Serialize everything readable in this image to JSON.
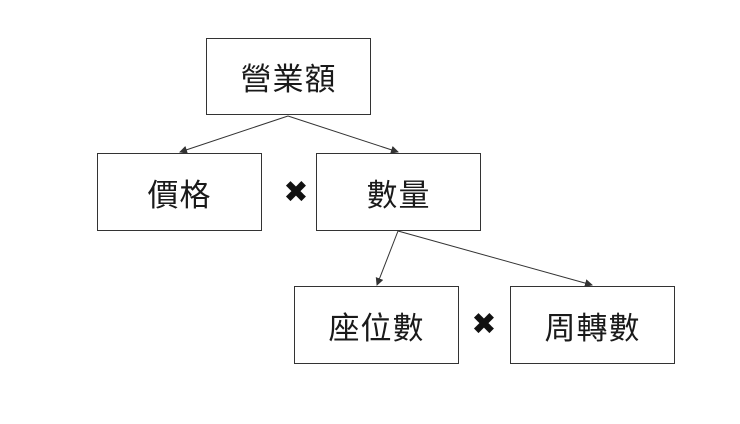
{
  "nodes": {
    "revenue": "營業額",
    "price": "價格",
    "quantity": "數量",
    "seats": "座位數",
    "turnover": "周轉數"
  },
  "operators": {
    "multiply_1": "✖",
    "multiply_2": "✖"
  },
  "colors": {
    "stroke": "#333333",
    "text": "#1a1a1a"
  }
}
